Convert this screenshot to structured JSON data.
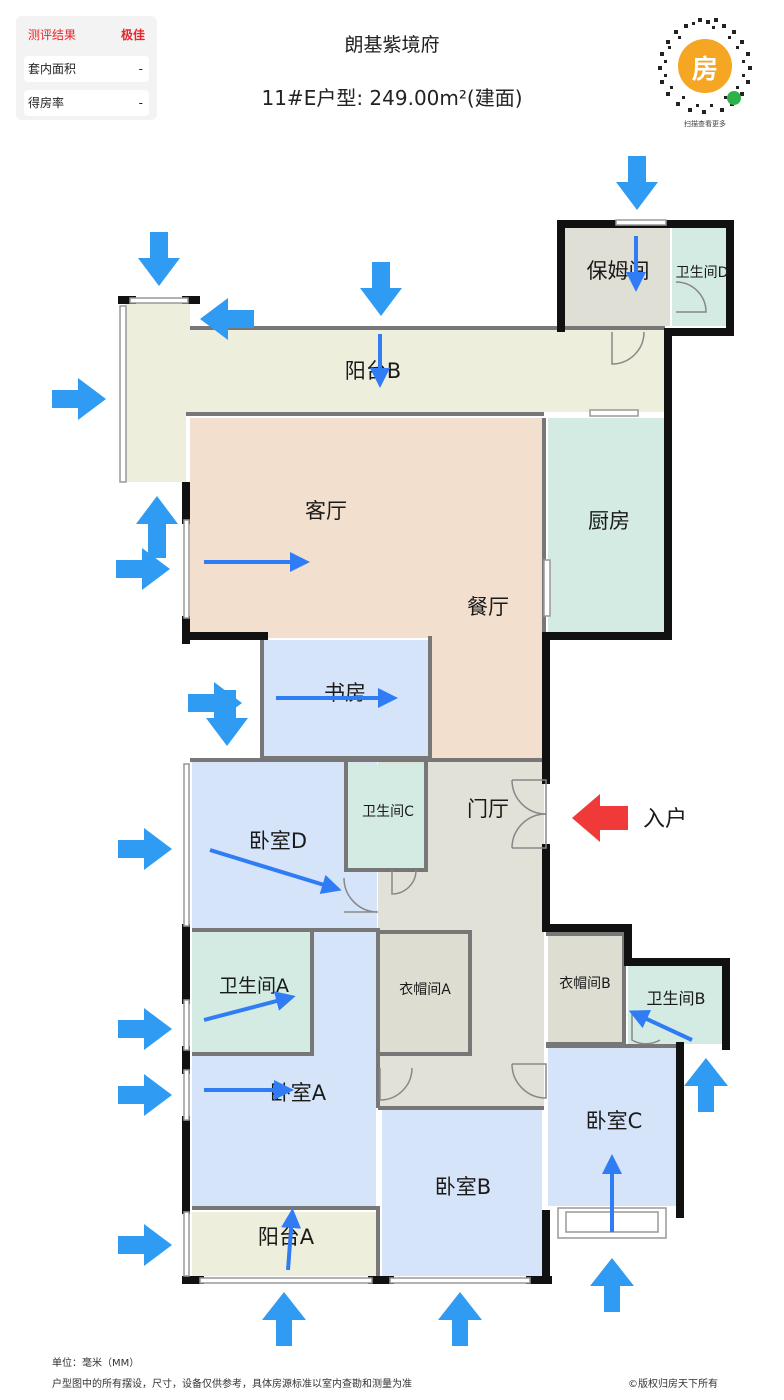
{
  "header": {
    "project": "朗基紫境府",
    "unit_type": "11#E户型: 249.00m²(建面)"
  },
  "eval_card": {
    "title": "测评结果",
    "grade": "极佳",
    "rows": [
      {
        "label": "套内面积",
        "value": "-"
      },
      {
        "label": "得房率",
        "value": "-"
      }
    ]
  },
  "qr": {
    "icon_text": "房",
    "caption": "扫描查看更多"
  },
  "rooms": {
    "balcony_b": "阳台B",
    "nanny": "保姆间",
    "bath_d": "卫生间D",
    "living": "客厅",
    "kitchen": "厨房",
    "dining": "餐厅",
    "study": "书房",
    "foyer": "门厅",
    "entry": "入户",
    "bedroom_d": "卧室D",
    "bath_c": "卫生间C",
    "bath_a": "卫生间A",
    "closet_a": "衣帽间A",
    "closet_b": "衣帽间B",
    "bath_b": "卫生间B",
    "bedroom_a": "卧室A",
    "bedroom_c": "卧室C",
    "bedroom_b": "卧室B",
    "balcony_a": "阳台A"
  },
  "footer": {
    "unit": "单位：毫米（MM）",
    "disclaimer": "户型图中的所有摆设，尺寸，设备仅供参考，具体房源标准以室内查勘和测量为准",
    "copyright": "©版权归房天下所有"
  },
  "colors": {
    "balcony": "#eeeedd",
    "living": "#f3dfcd",
    "kitchen": "#d3ebe3",
    "blue_room": "#d6e4fa",
    "closet": "#deddd2",
    "foyer": "#e2e1d8",
    "wind_arrow": "#2f9bf3",
    "wall": "#111111",
    "entry_arrow": "#f03a3a",
    "grade": "#e8262b",
    "qr_orange": "#f5a623"
  }
}
